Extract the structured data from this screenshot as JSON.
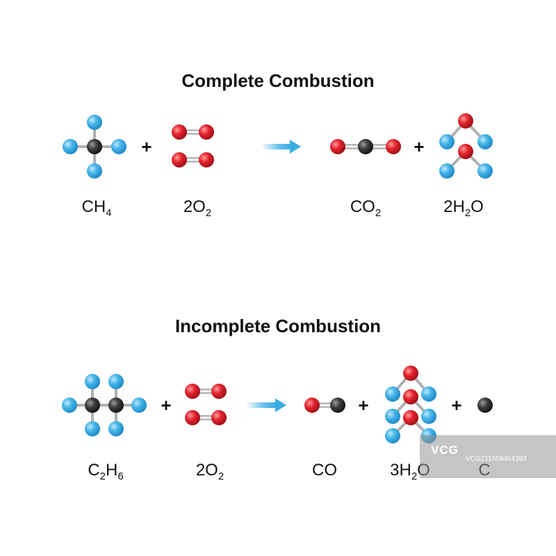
{
  "sections": {
    "complete": {
      "title": "Complete Combustion",
      "reactants": [
        {
          "formula": [
            {
              "t": "CH"
            },
            {
              "s": "4"
            }
          ]
        },
        {
          "formula": [
            {
              "t": "2O"
            },
            {
              "s": "2"
            }
          ]
        }
      ],
      "products": [
        {
          "formula": [
            {
              "t": "CO"
            },
            {
              "s": "2"
            }
          ]
        },
        {
          "formula": [
            {
              "t": "2H"
            },
            {
              "s": "2"
            },
            {
              "t": "O"
            }
          ]
        }
      ]
    },
    "incomplete": {
      "title": "Incomplete Combustion",
      "reactants": [
        {
          "formula": [
            {
              "t": "C"
            },
            {
              "s": "2"
            },
            {
              "t": "H"
            },
            {
              "s": "6"
            }
          ]
        },
        {
          "formula": [
            {
              "t": "2O"
            },
            {
              "s": "2"
            }
          ]
        }
      ],
      "products": [
        {
          "formula": [
            {
              "t": "CO"
            }
          ]
        },
        {
          "formula": [
            {
              "t": "3H"
            },
            {
              "s": "2"
            },
            {
              "t": "O"
            }
          ]
        },
        {
          "formula": [
            {
              "t": "C"
            }
          ]
        }
      ]
    }
  },
  "plus_sign": "+",
  "colors": {
    "hydrogen": "#3aaee4",
    "oxygen": "#e0202a",
    "carbon": "#3a3a3a",
    "bond": "#b0b0b0",
    "arrow": "#3aaee4"
  },
  "watermark": {
    "logo": "VCG",
    "id": "VCG211558464393"
  }
}
